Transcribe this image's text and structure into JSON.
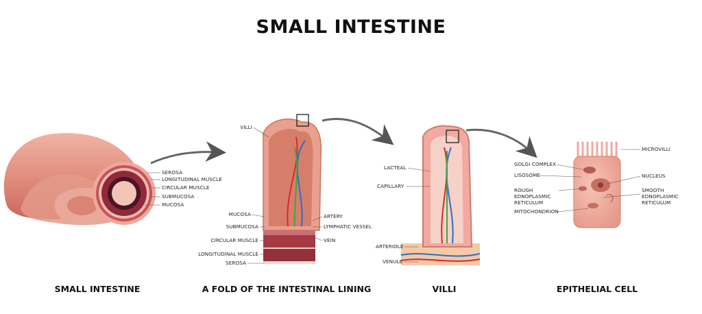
{
  "title": "SMALL INTESTINE",
  "panels": [
    {
      "title": "SMALL INTESTINE",
      "labels": [
        "SEROSA",
        "LONGITUDINAL MUSCLE",
        "CIRCULAR MUSCLE",
        "SUBMUCOSA",
        "MUCOSA"
      ]
    },
    {
      "title": "A FOLD OF THE INTESTINAL LINING",
      "labels": [
        "VILLI",
        "MUCOSA",
        "SUBMUCOSA",
        "CIRCULAR MUSCLE",
        "LONGITUDINAL MUSCLE",
        "SEROSA",
        "ARTERY",
        "LYMPHATIC VESSEL",
        "VEIN"
      ]
    },
    {
      "title": "VILLI",
      "labels": [
        "LACTEAL",
        "CAPILLARY",
        "ARTERIOLE",
        "VENULE"
      ]
    },
    {
      "title": "EPITHELIAL CELL",
      "labels": [
        "MICROVILLI",
        "GOLGI COMPLEX",
        "LISOSOME",
        "NUCLEUS",
        "ROUGH EDNOPLASMIC RETICULUM",
        "SMOOTH EDNOPLASMIC RETICULUM",
        "MITOCHONDRION"
      ]
    }
  ],
  "colors": {
    "tissue": "#e9a08e",
    "muscle": "#8b2f35",
    "artery": "#d9262b",
    "vein": "#2a6fc2",
    "lymph": "#3aa547"
  }
}
